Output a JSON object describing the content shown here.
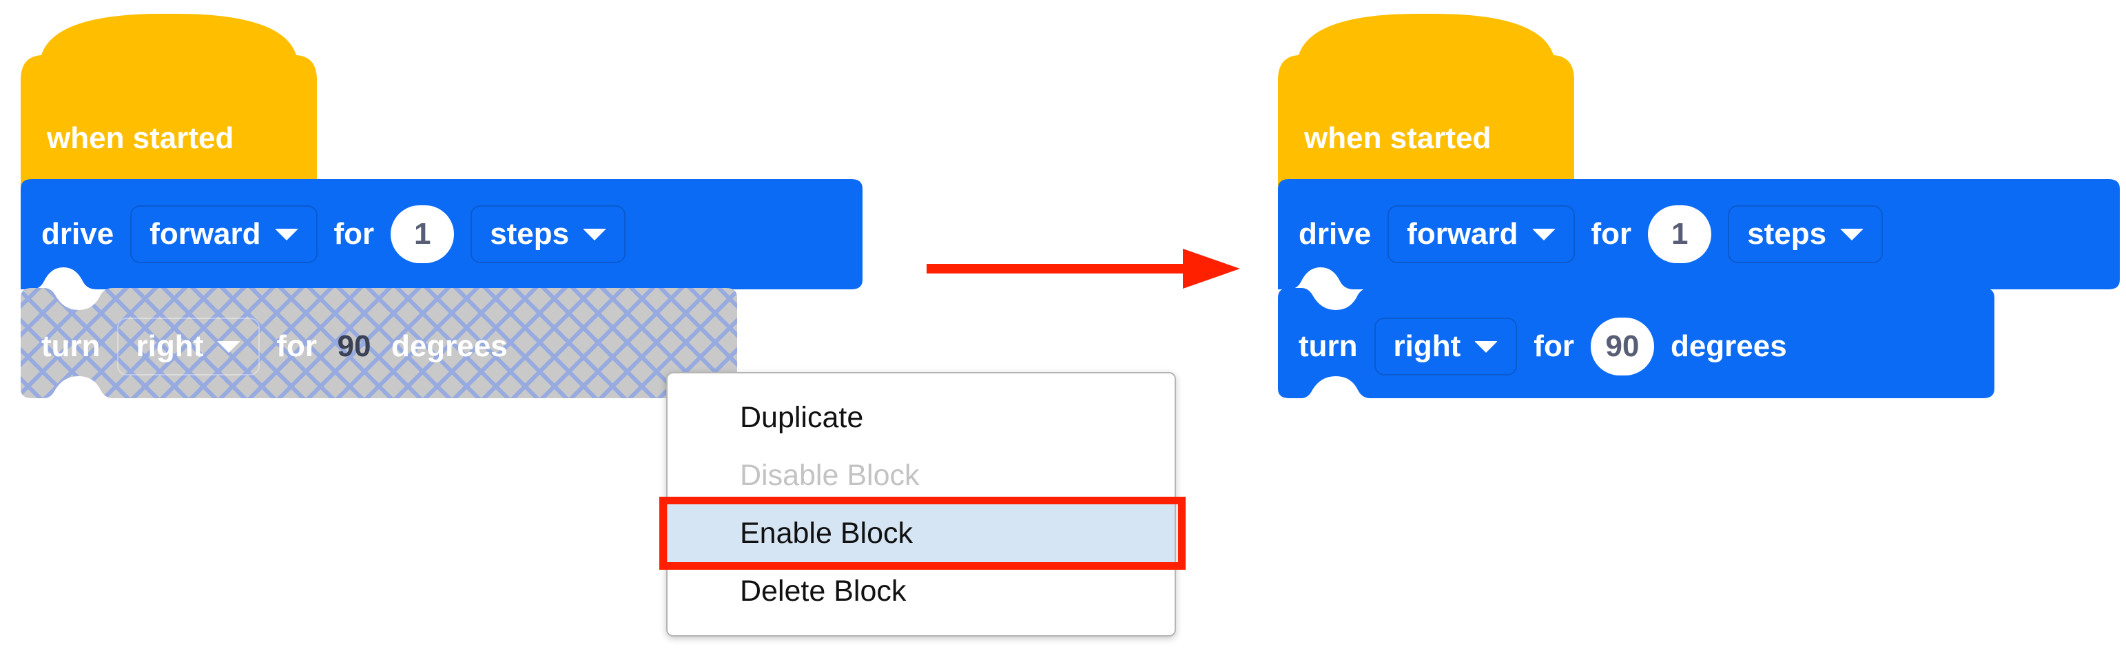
{
  "canvas": {
    "background": "#ffffff",
    "accent_blue": "#0C6BF5",
    "accent_yellow": "#FFBF00",
    "disabled_grey": "#c9c9c9",
    "hatch_blue": "#97abe0",
    "callout_red": "#FF2000",
    "highlight_blue": "#d6e5f3"
  },
  "before": {
    "hat": {
      "label": "when started"
    },
    "drive": {
      "verb": "drive",
      "direction": "forward",
      "for_label": "for",
      "amount": "1",
      "unit": "steps",
      "state": "enabled"
    },
    "turn": {
      "verb": "turn",
      "direction": "right",
      "for_label": "for",
      "amount": "90",
      "unit": "degrees",
      "state": "disabled"
    }
  },
  "after": {
    "hat": {
      "label": "when started"
    },
    "drive": {
      "verb": "drive",
      "direction": "forward",
      "for_label": "for",
      "amount": "1",
      "unit": "steps",
      "state": "enabled"
    },
    "turn": {
      "verb": "turn",
      "direction": "right",
      "for_label": "for",
      "amount": "90",
      "unit": "degrees",
      "state": "enabled"
    }
  },
  "arrow": {
    "direction": "right",
    "color": "#FF2000"
  },
  "context_menu": {
    "items": [
      {
        "label": "Duplicate",
        "state": "normal"
      },
      {
        "label": "Disable Block",
        "state": "disabled"
      },
      {
        "label": "Enable Block",
        "state": "highlighted"
      },
      {
        "label": "Delete Block",
        "state": "normal"
      }
    ]
  }
}
